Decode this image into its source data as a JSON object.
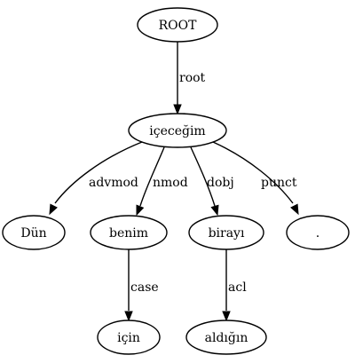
{
  "diagram": {
    "type": "dependency-tree",
    "nodes": [
      {
        "id": "root",
        "label": "ROOT"
      },
      {
        "id": "icecegim",
        "label": "içeceğim"
      },
      {
        "id": "dun",
        "label": "Dün"
      },
      {
        "id": "benim",
        "label": "benim"
      },
      {
        "id": "birayi",
        "label": "birayı"
      },
      {
        "id": "dot",
        "label": "."
      },
      {
        "id": "icin",
        "label": "için"
      },
      {
        "id": "aldigin",
        "label": "aldığın"
      }
    ],
    "edges": [
      {
        "from": "root",
        "to": "icecegim",
        "label": "root"
      },
      {
        "from": "icecegim",
        "to": "dun",
        "label": "advmod"
      },
      {
        "from": "icecegim",
        "to": "benim",
        "label": "nmod"
      },
      {
        "from": "icecegim",
        "to": "birayi",
        "label": "dobj"
      },
      {
        "from": "icecegim",
        "to": "dot",
        "label": "punct"
      },
      {
        "from": "benim",
        "to": "icin",
        "label": "case"
      },
      {
        "from": "birayi",
        "to": "aldigin",
        "label": "acl"
      }
    ]
  }
}
